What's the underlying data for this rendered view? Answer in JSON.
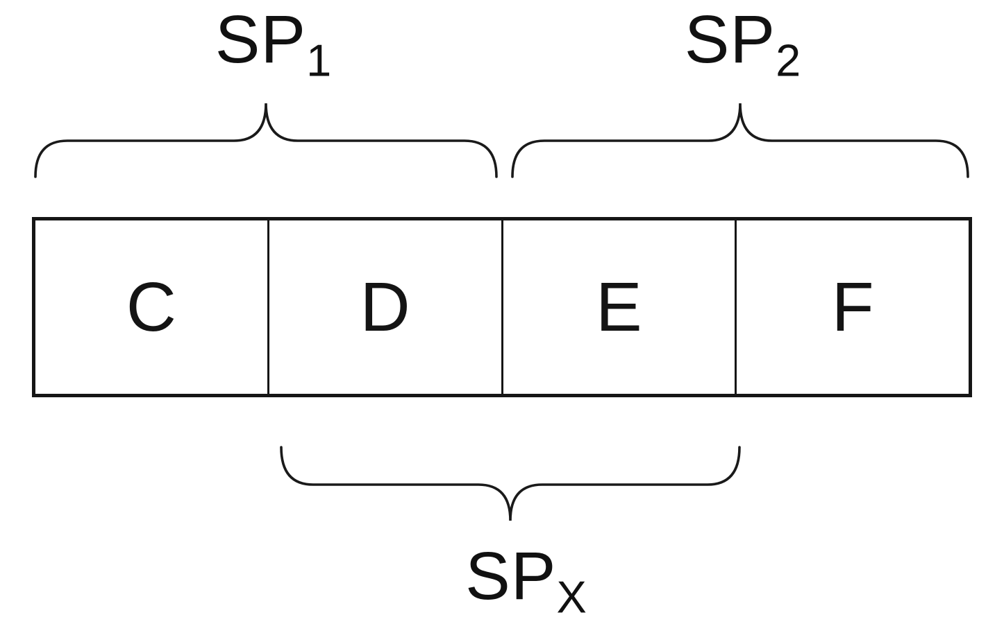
{
  "boxes": [
    {
      "label": "C"
    },
    {
      "label": "D"
    },
    {
      "label": "E"
    },
    {
      "label": "F"
    }
  ],
  "braces": {
    "sp1": {
      "base": "SP",
      "sub": "1",
      "direction": "up",
      "covers": "C,D"
    },
    "sp2": {
      "base": "SP",
      "sub": "2",
      "direction": "up",
      "covers": "E,F"
    },
    "spx": {
      "base": "SP",
      "sub": "X",
      "direction": "down",
      "covers": "D,E"
    }
  },
  "colors": {
    "ink": "#1a1a1a",
    "background": "#ffffff"
  }
}
